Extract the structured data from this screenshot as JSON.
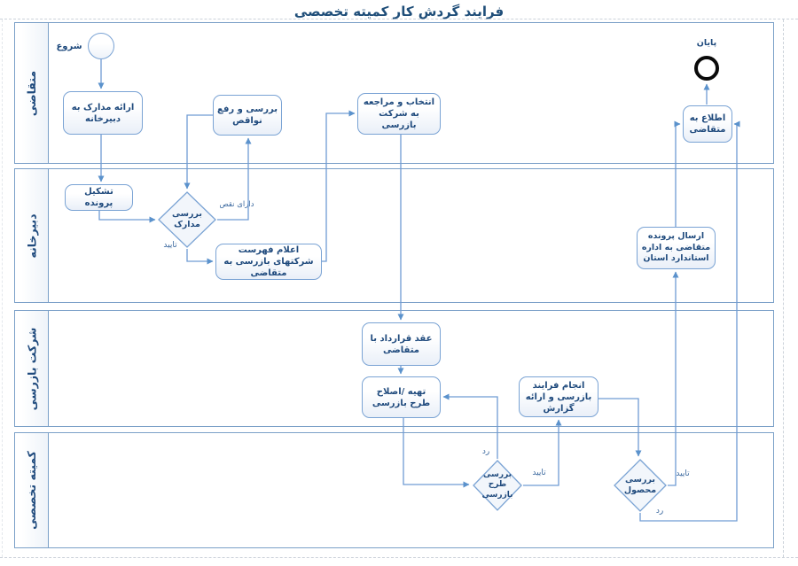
{
  "title": "فرایند گردش کار کمیته تخصصی",
  "colors": {
    "title_text": "#1f4e79",
    "node_border": "#7aa3d4",
    "node_text": "#1f4a7d",
    "lane_border": "#7ba0c8",
    "connector": "#6f9cd4",
    "end_circle": "#0a0a0a"
  },
  "lanes": [
    {
      "id": "applicant",
      "label": "متقاضی"
    },
    {
      "id": "secretariat",
      "label": "دبیرخانه"
    },
    {
      "id": "inspection-company",
      "label": "شرکت بازرسی"
    },
    {
      "id": "committee",
      "label": "کمیته تخصصی"
    }
  ],
  "nodes": {
    "start": {
      "label": "شروع",
      "type": "start-event"
    },
    "end": {
      "label": "پایان",
      "type": "end-event"
    },
    "submit_docs": {
      "label": "ارائه مدارک به دبیرخانه",
      "type": "task"
    },
    "fix_defects": {
      "label": "بررسی و رفع نواقص",
      "type": "task"
    },
    "select_company": {
      "label": "انتخاب و مراجعه به شرکت بازرسی",
      "type": "task"
    },
    "inform_applicant": {
      "label": "اطلاع به متقاضی",
      "type": "task"
    },
    "form_file": {
      "label": "تشکیل پرونده",
      "type": "task"
    },
    "review_docs": {
      "label": "بررسی مدارک",
      "type": "decision"
    },
    "announce_list": {
      "label": "اعلام فهرست شرکتهای بازرسی به متقاضی",
      "type": "task"
    },
    "send_file": {
      "label": "ارسال پرونده متقاضی به اداره استاندارد استان",
      "type": "task"
    },
    "sign_contract": {
      "label": "عقد قرارداد با متقاضی",
      "type": "task"
    },
    "prepare_plan": {
      "label": "تهیه /اصلاح طرح بازرسی",
      "type": "task"
    },
    "perform_inspection": {
      "label": "انجام فرایند بازرسی و ارائه گزارش",
      "type": "task"
    },
    "review_plan": {
      "label": "بررسی طرح بازرسی",
      "type": "decision"
    },
    "review_product": {
      "label": "بررسی محصول",
      "type": "decision"
    }
  },
  "edge_labels": {
    "has_defect": "دارای نقص",
    "approved_docs": "تایید",
    "rejected_plan": "رد",
    "approved_plan": "تایید",
    "approved_product": "تایید",
    "rejected_product": "رد"
  }
}
